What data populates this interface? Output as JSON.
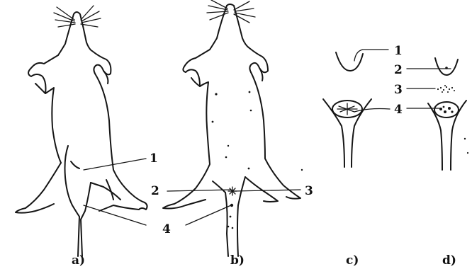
{
  "figure": {
    "panels": [
      {
        "id": "a",
        "caption": "a)"
      },
      {
        "id": "b",
        "caption": "b)"
      },
      {
        "id": "c",
        "caption": "c)"
      },
      {
        "id": "d",
        "caption": "d)"
      }
    ],
    "callouts": {
      "a1": "1",
      "a4": "4",
      "b2": "2",
      "b3": "3",
      "c1": "1",
      "c2": "2",
      "c3": "3",
      "c4": "4"
    }
  }
}
